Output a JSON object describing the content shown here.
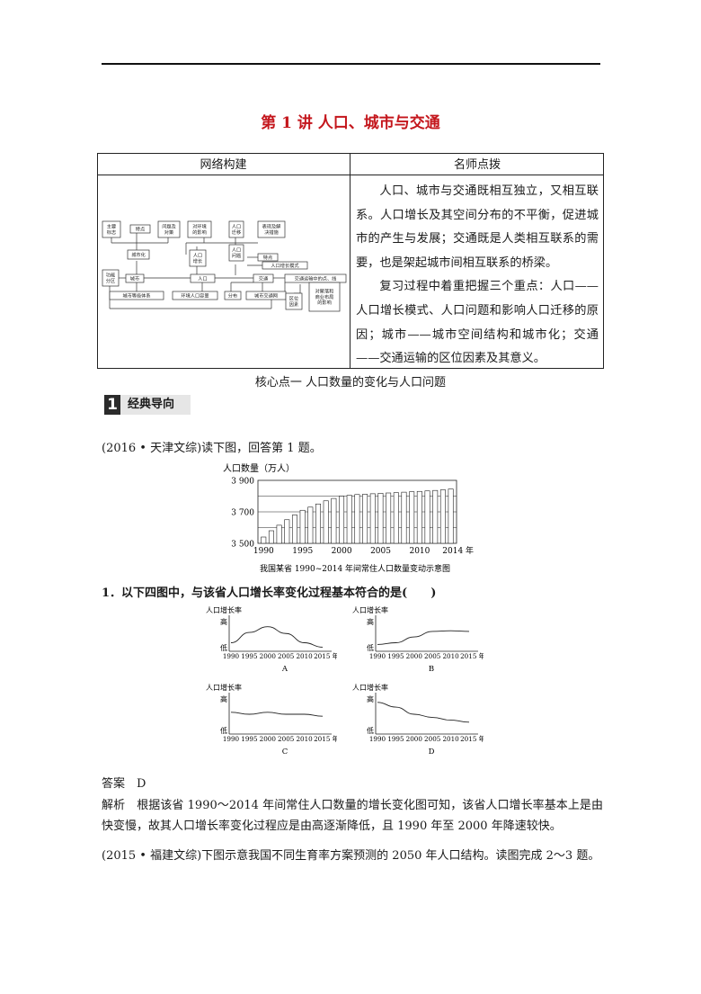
{
  "lecture_title": "第 1 讲  人口、城市与交通",
  "table": {
    "col1_header": "网络构建",
    "col2_header": "名师点拨",
    "tips_para1": "人口、城市与交通既相互独立，又相互联系。人口增长及其空间分布的不平衡，促进城市的产生与发展；交通既是人类相互联系的需要，也是架起城市间相互联系的桥梁。",
    "tips_para2": "复习过程中着重把握三个重点：人口——人口增长模式、人口问题和影响人口迁移的原因；城市——城市空间结构和城市化；交通——交通运输的区位因素及其意义。"
  },
  "concept_map": {
    "nodes": {
      "n_signs": "主要\n标志",
      "n_feature1": "特点",
      "n_problem": "问题及\n对策",
      "n_impact_env": "对环境\n的影响",
      "n_migrate": "人口\n迁移",
      "n_pop_problem": "人口\n问题",
      "n_manifest": "表现及解\n决措施",
      "n_urbanize": "城市化",
      "n_growth": "人口\n增长",
      "n_feature2": "特点",
      "n_growth_mode": "人口增长模式",
      "n_function": "功能\n分区",
      "n_city": "城市",
      "n_pop": "人口",
      "n_traffic": "交通",
      "n_traffic_points": "交通运输中的点、线",
      "n_hierarchy": "城市等级体系",
      "n_capacity": "环境人口容量",
      "n_distribution": "分布",
      "n_city_traffic": "城市交通网",
      "n_location": "区位\n因素",
      "n_commerce": "对聚落和\n商业布局\n的影响"
    }
  },
  "core_title": "核心点一    人口数量的变化与人口问题",
  "section_label": "经典导向",
  "section_number": "1",
  "intro_2016": "(2016 • 天津文综)读下图，回答第 1 题。",
  "chart_data": [
    {
      "type": "bar",
      "title": "我国某省 1990~2014 年间常住人口数量变动示意图",
      "ylabel": "人口数量（万人）",
      "ylim": [
        3500,
        3900
      ],
      "yticks": [
        3500,
        3700,
        3900
      ],
      "ytick_labels": [
        "3 500",
        "3 700",
        "3 900"
      ],
      "xtick_labels": [
        "1990",
        "1995",
        "2000",
        "2005",
        "2010",
        "2014 年"
      ],
      "categories": [
        1990,
        1991,
        1992,
        1993,
        1994,
        1995,
        1996,
        1997,
        1998,
        1999,
        2000,
        2001,
        2002,
        2003,
        2004,
        2005,
        2006,
        2007,
        2008,
        2009,
        2010,
        2011,
        2012,
        2013,
        2014
      ],
      "values": [
        3540,
        3580,
        3615,
        3650,
        3680,
        3710,
        3730,
        3750,
        3770,
        3785,
        3800,
        3805,
        3810,
        3812,
        3815,
        3818,
        3820,
        3822,
        3825,
        3828,
        3830,
        3833,
        3836,
        3840,
        3845
      ],
      "grid": true
    },
    {
      "type": "line",
      "label": "A",
      "ylabel": "人口增长率",
      "ytick_labels": [
        "高",
        "低"
      ],
      "xtick_labels": [
        "1990",
        "1995",
        "2000",
        "2005",
        "2010",
        "2015 年"
      ],
      "x": [
        1990,
        1995,
        2000,
        2005,
        2010,
        2015
      ],
      "values": [
        0.25,
        0.55,
        0.72,
        0.52,
        0.25,
        0.12
      ]
    },
    {
      "type": "line",
      "label": "B",
      "ylabel": "人口增长率",
      "ytick_labels": [
        "高",
        "低"
      ],
      "xtick_labels": [
        "1990",
        "1995",
        "2000",
        "2005",
        "2010",
        "2015 年"
      ],
      "x": [
        1990,
        1995,
        2000,
        2005,
        2010,
        2015
      ],
      "values": [
        0.2,
        0.25,
        0.42,
        0.58,
        0.6,
        0.58
      ]
    },
    {
      "type": "line",
      "label": "C",
      "ylabel": "人口增长率",
      "ytick_labels": [
        "高",
        "低"
      ],
      "xtick_labels": [
        "1990",
        "1995",
        "2000",
        "2005",
        "2010",
        "2015 年"
      ],
      "x": [
        1990,
        1995,
        2000,
        2005,
        2010,
        2015
      ],
      "values": [
        0.55,
        0.5,
        0.55,
        0.5,
        0.5,
        0.45
      ]
    },
    {
      "type": "line",
      "label": "D",
      "ylabel": "人口增长率",
      "ytick_labels": [
        "高",
        "低"
      ],
      "xtick_labels": [
        "1990",
        "1995",
        "2000",
        "2005",
        "2010",
        "2015 年"
      ],
      "x": [
        1990,
        1995,
        2000,
        2005,
        2010,
        2015
      ],
      "values": [
        0.8,
        0.68,
        0.5,
        0.42,
        0.35,
        0.3
      ]
    }
  ],
  "question1": "1．以下四图中，与该省人口增长率变化过程基本符合的是(　　)",
  "answer": "答案　D",
  "analysis_text": "解析　根据该省 1990～2014 年间常住人口数量的增长变化图可知，该省人口增长率基本上是由快变慢，故其人口增长率变化过程应是由高逐渐降低，且 1990 年至 2000 年降速较快。",
  "intro_2015": "(2015 • 福建文综)下图示意我国不同生育率方案预测的 2050 年人口结构。读图完成 2～3 题。"
}
